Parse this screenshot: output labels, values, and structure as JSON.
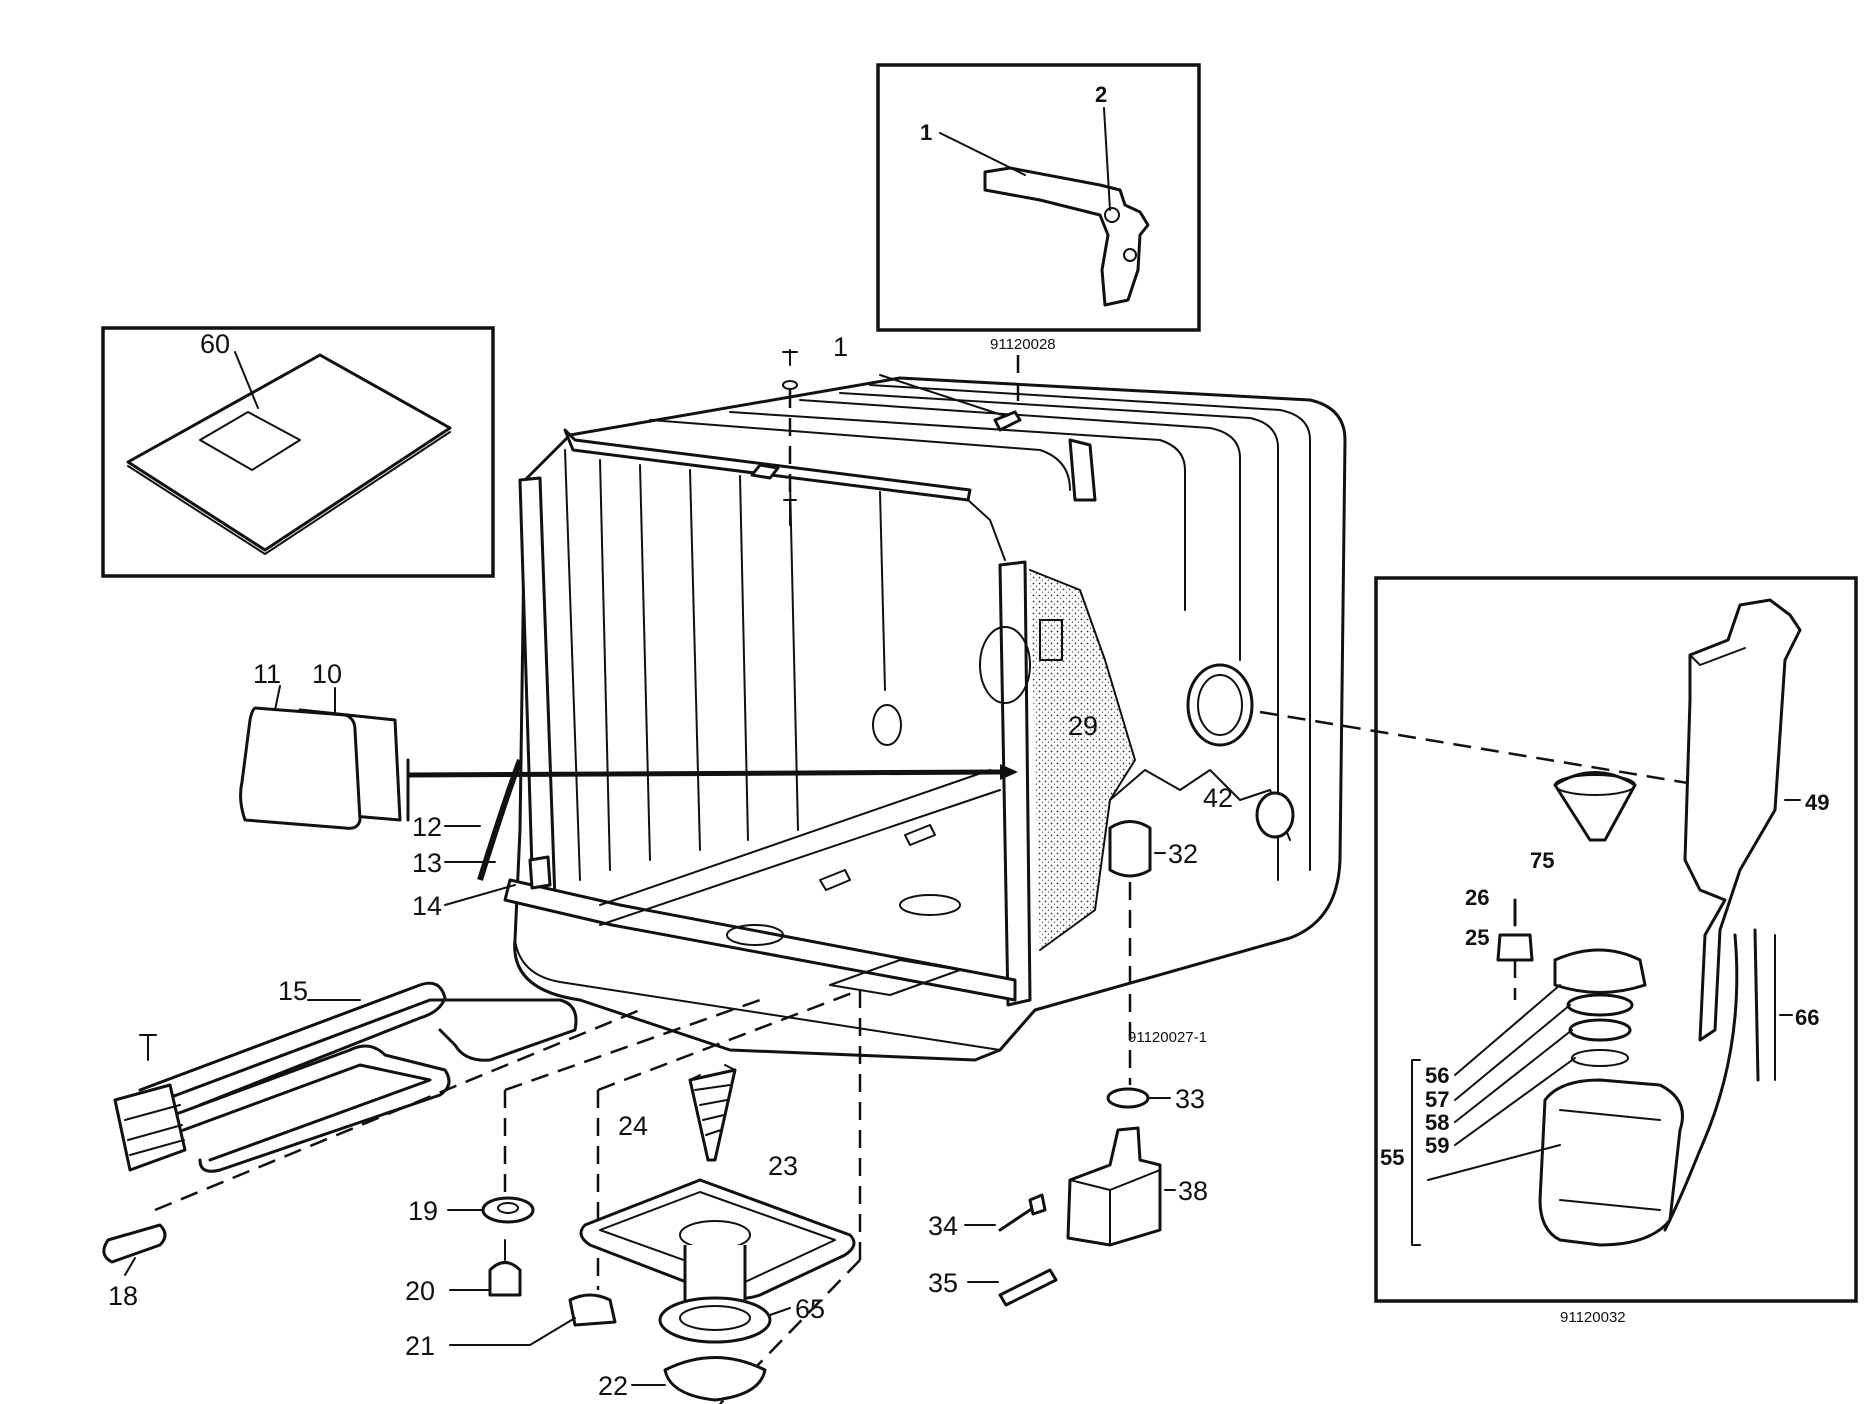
{
  "inset_codes": {
    "top_inset": "91120028",
    "main": "91120027-1",
    "right_inset": "91120032"
  },
  "callouts": {
    "c1_inset": "1",
    "c2_inset": "2",
    "c1_main": "1",
    "c60": "60",
    "c11": "11",
    "c10": "10",
    "c12": "12",
    "c13": "13",
    "c14": "14",
    "c15": "15",
    "c18": "18",
    "c19": "19",
    "c20": "20",
    "c21": "21",
    "c22": "22",
    "c23": "23",
    "c24": "24",
    "c65": "65",
    "c29": "29",
    "c42": "42",
    "c32": "32",
    "c33": "33",
    "c34": "34",
    "c35": "35",
    "c38": "38",
    "c49": "49",
    "c75": "75",
    "c26": "26",
    "c25": "25",
    "c66": "66",
    "c56": "56",
    "c57": "57",
    "c58": "58",
    "c59": "59",
    "c55": "55"
  }
}
